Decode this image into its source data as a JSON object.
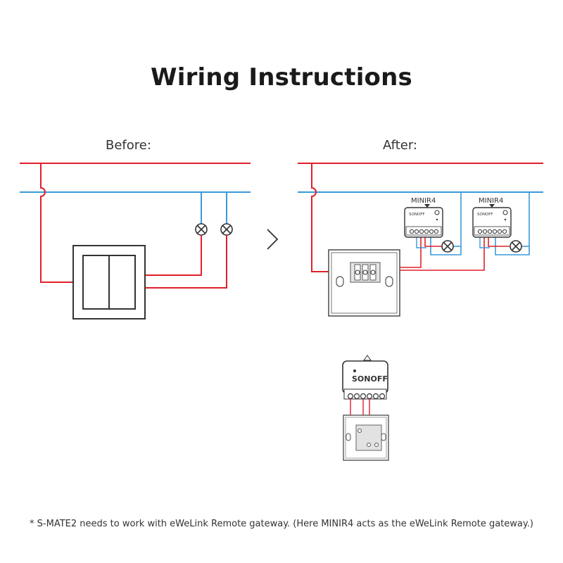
{
  "title": "Wiring Instructions",
  "before_label": "Before:",
  "after_label": "After:",
  "module_labels": [
    "MINIR4",
    "MINIR4"
  ],
  "footnote": "* S-MATE2 needs to work with eWeLink Remote gateway. (Here MINIR4 acts as the eWeLink Remote gateway.)",
  "colors": {
    "live": "#e0202a",
    "neutral": "#3a9ad9",
    "outline": "#333333"
  },
  "icons": [
    "lamp-icon",
    "arrow-right-icon",
    "double-switch-icon",
    "minir4-module",
    "s-mate2-device"
  ]
}
